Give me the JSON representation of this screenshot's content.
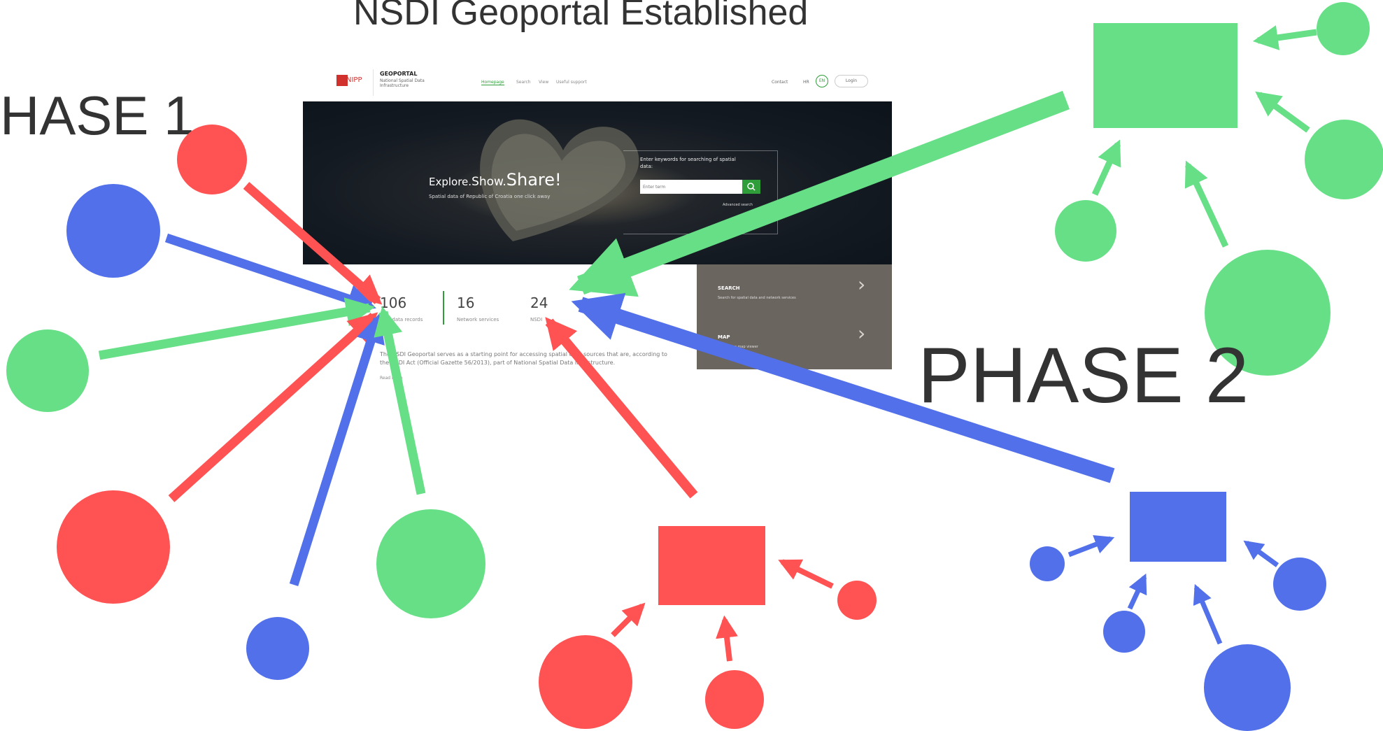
{
  "title": "NSDI Geoportal Established",
  "phase1_label": "HASE 1",
  "phase2_label": "PHASE 2",
  "colors": {
    "red": "#ff5252",
    "blue": "#5270ea",
    "green": "#67df87",
    "text": "#333333",
    "portal_green": "#2f9e3a"
  },
  "screenshot": {
    "logo_text": "NIPP",
    "brand": "GEOPORTAL",
    "brand_sub": "National Spatial Data Infrastructure",
    "nav": [
      "Homepage",
      "Search",
      "View",
      "Useful support"
    ],
    "contact": "Contact",
    "lang_hr": "HR",
    "lang_en": "EN",
    "login": "Login",
    "tagline_a": "Explore.",
    "tagline_b": "Show.",
    "tagline_c": "Share!",
    "tagline_sub": "Spatial data of Republic of Croatia one click away",
    "search_prompt": "Enter keywords for searching of spatial data:",
    "search_placeholder": "Enter term",
    "advanced": "Advanced search",
    "stats": [
      {
        "num": "106",
        "label": "Metadata records"
      },
      {
        "num": "16",
        "label": "Network services"
      },
      {
        "num": "24",
        "label": "NSDI"
      }
    ],
    "panels": [
      {
        "title": "SEARCH",
        "sub": "Search for spatial data and network services"
      },
      {
        "title": "MAP",
        "sub": "Interactive map viewer"
      }
    ],
    "about": "The NSDI Geoportal serves as a starting point for accessing spatial data sources that are, according to the NSDI Act (Official Gazette 56/2013), part of National Spatial Data Infrastructure.",
    "read_more": "Read more"
  }
}
